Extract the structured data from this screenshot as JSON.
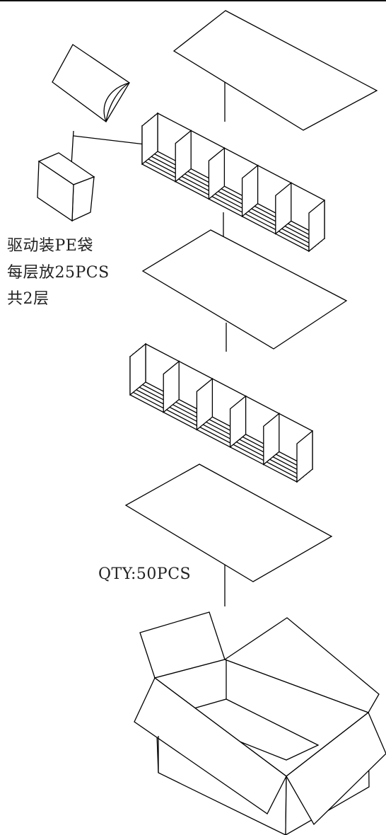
{
  "notes": {
    "line1": "驱动装PE袋",
    "line2": "每层放25PCS",
    "line3": "共2层"
  },
  "quantity_label": "QTY:50PCS",
  "colors": {
    "line": "#000000",
    "text": "#222222",
    "background": "#ffffff"
  },
  "parts": [
    "top-pad",
    "pe-bag",
    "driver-box",
    "upper-divider-grid",
    "middle-pad",
    "lower-divider-grid",
    "bottom-pad",
    "shipping-carton"
  ]
}
